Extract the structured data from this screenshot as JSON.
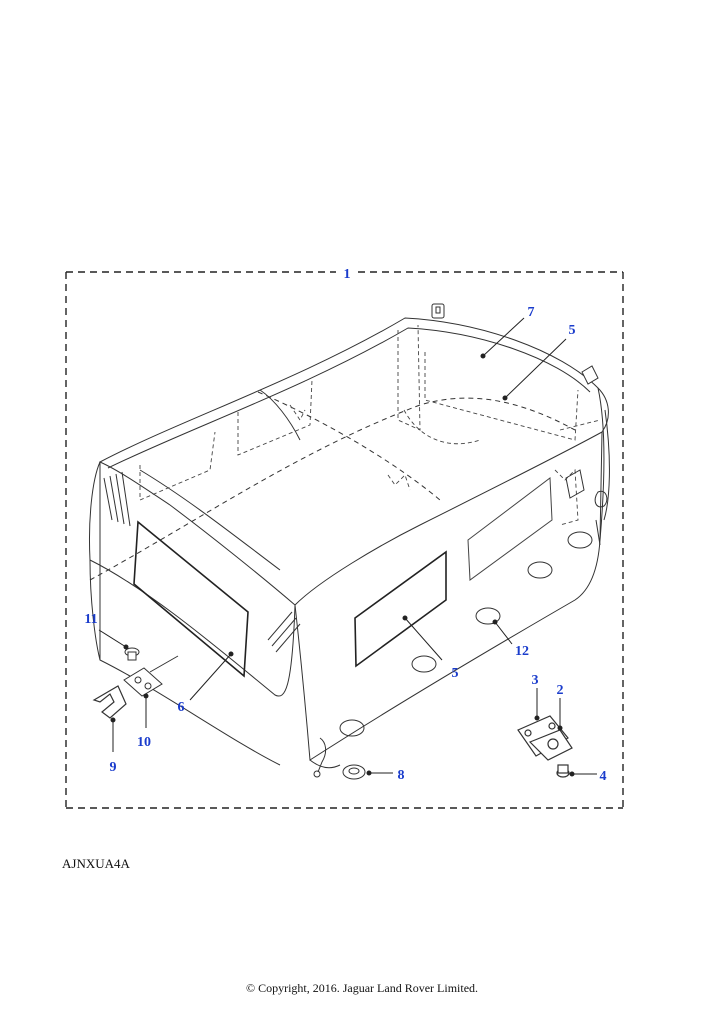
{
  "colors": {
    "callout": "#1a3ccc",
    "line": "#333333",
    "frame": "#222222"
  },
  "callouts": {
    "c1": "1",
    "c2": "2",
    "c3": "3",
    "c4": "4",
    "c5a": "5",
    "c5b": "5",
    "c6": "6",
    "c7": "7",
    "c8": "8",
    "c9": "9",
    "c10": "10",
    "c11": "11",
    "c12": "12"
  },
  "reference_code": "AJNXUA4A",
  "copyright": "© Copyright, 2016. Jaguar Land Rover Limited."
}
